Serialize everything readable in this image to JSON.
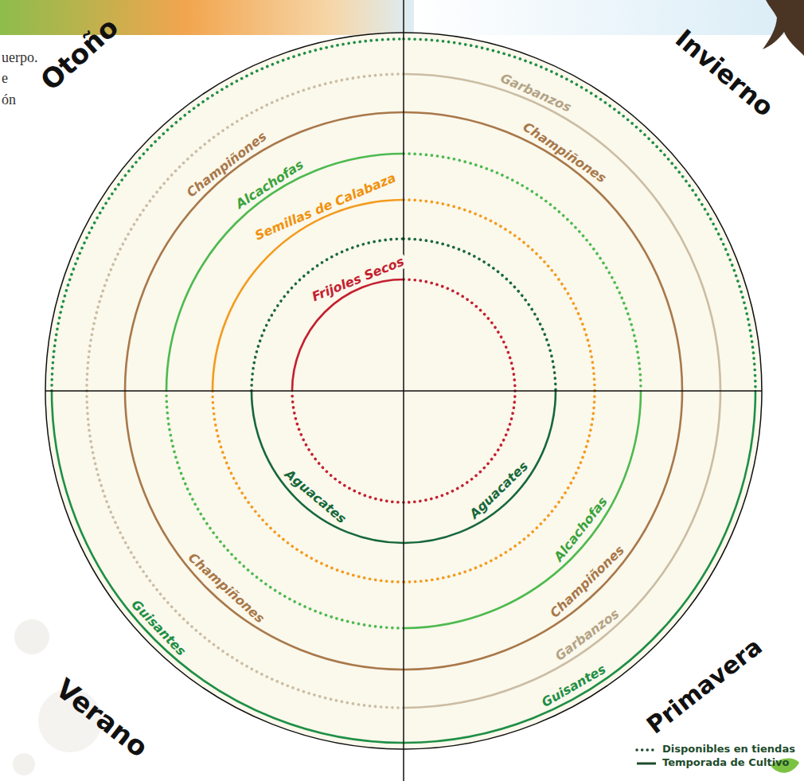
{
  "diagram": {
    "labels": [
      "uerpo.",
      "e",
      "ón",
      "Otoño",
      "Invierno",
      "Verano",
      "Primavera",
      "Champiñones",
      "Alcachofas",
      "Semillas de Calabaza",
      "Frijoles Secos",
      "Garbanzos",
      "Champiñones",
      "Aguacates",
      "Aguacates",
      "Champiñones",
      "Guisantes",
      "Alcachofas",
      "Champiñones",
      "Garbanzos",
      "Guisantes"
    ],
    "legend": [
      {
        "text": "Disponibles en tiendas"
      },
      {
        "text": "Temporada de Cultivo"
      }
    ]
  }
}
